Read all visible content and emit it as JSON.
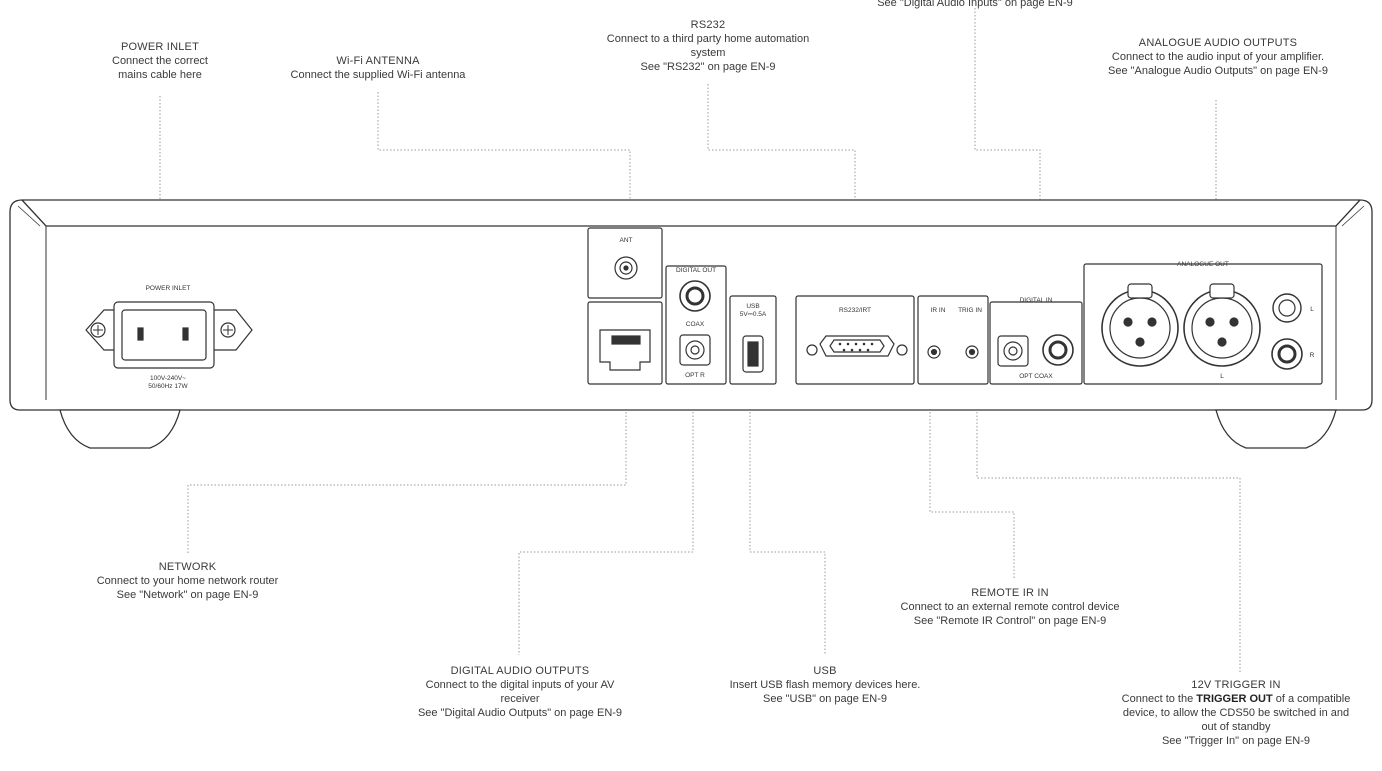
{
  "callouts": {
    "power_inlet": {
      "title": "POWER INLET",
      "lines": [
        "Connect the correct",
        "mains cable here"
      ]
    },
    "wifi_antenna": {
      "title": "Wi-Fi ANTENNA",
      "lines": [
        "Connect the supplied Wi-Fi antenna"
      ]
    },
    "rs232": {
      "title": "RS232",
      "lines": [
        "Connect to a third party home automation",
        "system",
        "See \"RS232\" on page EN-9"
      ]
    },
    "digital_audio_inputs": {
      "lines": [
        "See \"Digital Audio Inputs\" on page EN-9"
      ]
    },
    "analogue_audio_outputs": {
      "title": "ANALOGUE AUDIO OUTPUTS",
      "lines": [
        "Connect to the audio input of your amplifier.",
        "See \"Analogue Audio Outputs\" on page EN-9"
      ]
    },
    "network": {
      "title": "NETWORK",
      "lines": [
        "Connect to your home network router",
        "See \"Network\" on page EN-9"
      ]
    },
    "remote_ir_in": {
      "title": "REMOTE IR IN",
      "lines": [
        "Connect to an external remote control device",
        "See \"Remote IR Control\" on page EN-9"
      ]
    },
    "digital_audio_outputs": {
      "title": "DIGITAL AUDIO OUTPUTS",
      "lines": [
        "Connect to the digital inputs of your AV",
        "receiver",
        "See \"Digital Audio Outputs\" on page EN-9"
      ]
    },
    "usb": {
      "title": "USB",
      "lines": [
        "Insert USB flash memory devices here.",
        "See \"USB\" on page EN-9"
      ]
    },
    "trigger_in": {
      "title": "12V TRIGGER IN",
      "line1_pre": "Connect to the ",
      "line1_bold": "TRIGGER OUT",
      "line1_post": " of a compatible",
      "lines": [
        "device, to allow the CDS50 be switched in and",
        "out of standby",
        "See \"Trigger In\" on page EN-9"
      ]
    }
  },
  "panel": {
    "power_inlet": "POWER INLET",
    "power_spec_1": "100V-240V~",
    "power_spec_2": "50/60Hz 17W",
    "ant": "ANT",
    "digital_out": "DIGITAL OUT",
    "coax": "COAX",
    "optr": "OPT R",
    "usb_1": "USB",
    "usb_2": "5V⎓0.5A",
    "rs232": "RS232/IRT",
    "ir_in": "IR IN",
    "trig_in": "TRIG IN",
    "digital_in": "DIGITAL IN",
    "opt_coax": "OPT COAX",
    "analogue_out": "ANALOGUE OUT",
    "l": "L",
    "r": "R",
    "xlr_l": "L"
  },
  "colors": {
    "body": "#ffffff",
    "line": "#333333",
    "dotted": "#9a9a9a"
  }
}
